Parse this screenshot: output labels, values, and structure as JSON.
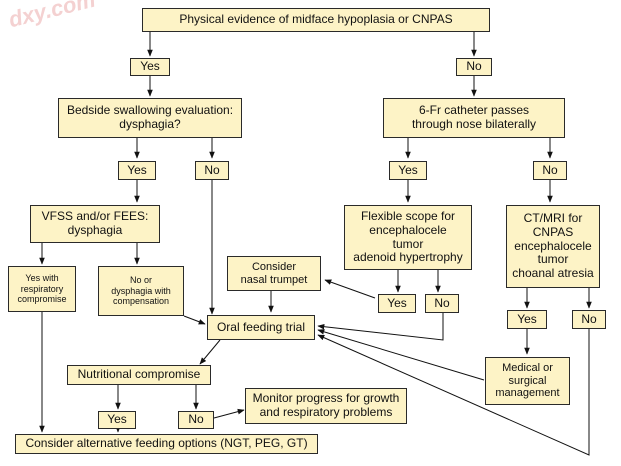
{
  "watermark": "dxy.com",
  "nodes": {
    "root": "Physical evidence of midface hypoplasia or CNPAS",
    "yes_1": "Yes",
    "no_1": "No",
    "bedside": "Bedside swallowing evaluation:\ndysphagia?",
    "catheter": "6-Fr catheter passes\nthrough nose bilaterally",
    "yes_2": "Yes",
    "no_2": "No",
    "yes_3": "Yes",
    "no_3": "No",
    "vfss": "VFSS and/or FEES:\ndysphagia",
    "flex_scope": "Flexible scope for\nencephalocele\ntumor\nadenoid hypertrophy",
    "ct_mri": "CT/MRI for\nCNPAS\nencephalocele\ntumor\nchoanal atresia",
    "yes_resp": "Yes with\nrespiratory\ncompromise",
    "no_dysphagia": "No or\ndysphagia with\ncompensation",
    "consider_trumpet": "Consider\nnasal trumpet",
    "yes_4": "Yes",
    "no_4": "No",
    "yes_5": "Yes",
    "no_5": "No",
    "oral_trial": "Oral feeding trial",
    "medical": "Medical or\nsurgical\nmanagement",
    "nutritional": "Nutritional compromise",
    "yes_6": "Yes",
    "no_6": "No",
    "monitor": "Monitor progress for growth\nand respiratory problems",
    "alternative": "Consider alternative feeding options (NGT, PEG, GT)"
  }
}
